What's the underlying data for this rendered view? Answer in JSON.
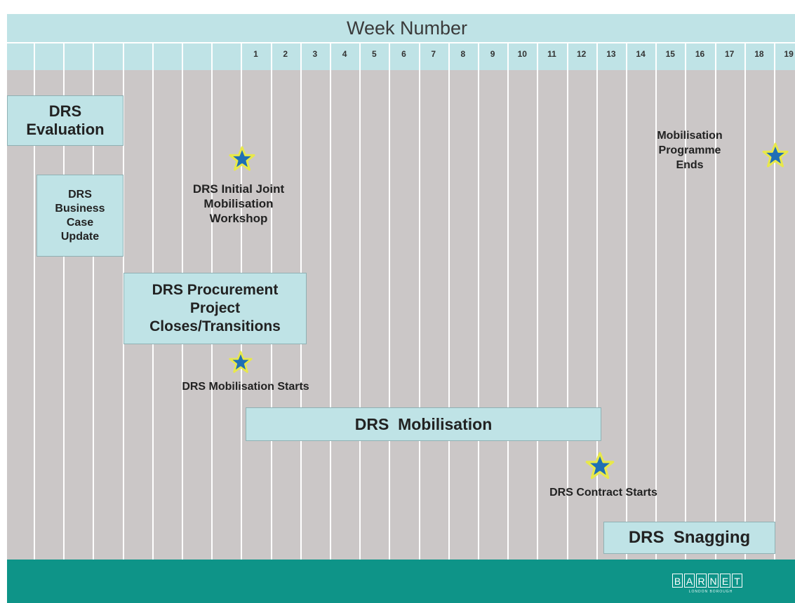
{
  "header": {
    "title": "Week Number"
  },
  "weeks": [
    "1",
    "2",
    "3",
    "4",
    "5",
    "6",
    "7",
    "8",
    "9",
    "10",
    "11",
    "12",
    "13",
    "14",
    "15",
    "16",
    "17",
    "18",
    "19"
  ],
  "tasks": {
    "evaluation": "DRS\nEvaluation",
    "business_case": "DRS\nBusiness\nCase\nUpdate",
    "procurement": "DRS Procurement\nProject\nCloses/Transitions",
    "mobilisation": "DRS  Mobilisation",
    "snagging": "DRS  Snagging"
  },
  "milestones": {
    "workshop": "DRS Initial Joint\nMobilisation\nWorkshop",
    "mobilisation_starts": "DRS Mobilisation Starts",
    "contract_starts": "DRS Contract Starts",
    "programme_ends": "Mobilisation\nProgramme\nEnds"
  },
  "footer": {
    "logo_letters": [
      "B",
      "A",
      "R",
      "N",
      "E",
      "T"
    ],
    "logo_subtitle": "LONDON BOROUGH"
  },
  "colors": {
    "header_fill": "#bfe3e6",
    "grid_fill": "#cbc7c7",
    "footer_fill": "#0e9488",
    "star_fill": "#1f6fb5",
    "star_outline": "#e8e84a"
  },
  "icons": {
    "milestone": "star-icon"
  }
}
